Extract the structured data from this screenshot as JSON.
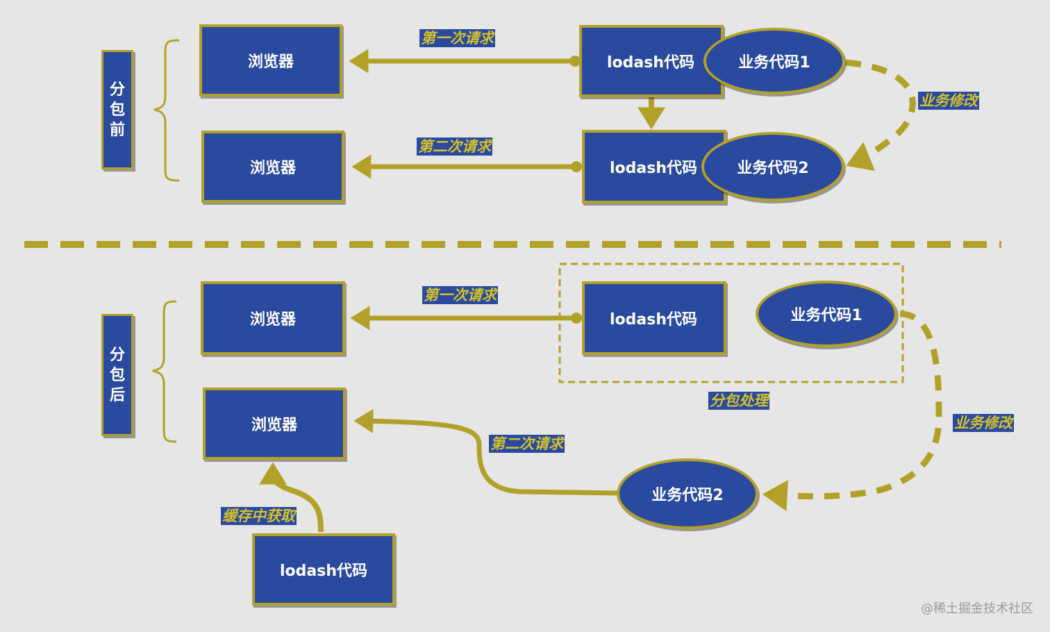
{
  "top": {
    "side_label": [
      "分",
      "包",
      "前"
    ],
    "browser_1": "浏览器",
    "browser_2": "浏览器",
    "lodash_1": "lodash代码",
    "lodash_2": "lodash代码",
    "biz_1": "业务代码1",
    "biz_2": "业务代码2",
    "request_1": "第一次请求",
    "request_2": "第二次请求",
    "modify": "业务修改"
  },
  "bottom": {
    "side_label": [
      "分",
      "包",
      "后"
    ],
    "browser_1": "浏览器",
    "browser_2": "浏览器",
    "lodash_1": "lodash代码",
    "lodash_cache": "lodash代码",
    "biz_1": "业务代码1",
    "biz_2": "业务代码2",
    "request_1": "第一次请求",
    "request_2": "第二次请求",
    "modify": "业务修改",
    "split": "分包处理",
    "cache": "缓存中获取"
  },
  "watermark": "@稀土掘金技术社区",
  "colors": {
    "background": "#e6e6e6",
    "node_fill": "#2a4aa0",
    "accent": "#b2a128",
    "label_text": "#d4c22a"
  }
}
